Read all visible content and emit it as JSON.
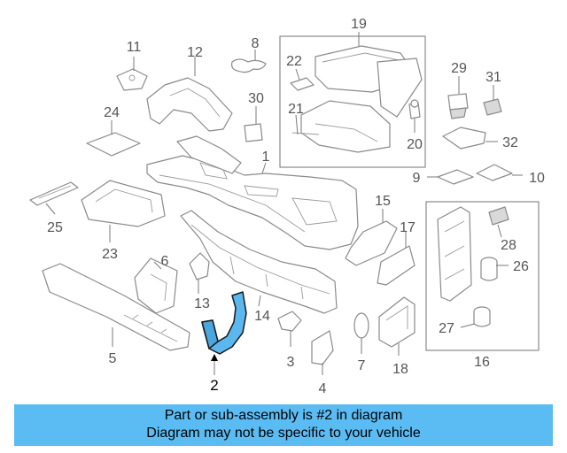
{
  "diagram": {
    "highlight_color": "#5bbcf3",
    "callouts": {
      "c1": "1",
      "c2": "2",
      "c3": "3",
      "c4": "4",
      "c5": "5",
      "c6": "6",
      "c7": "7",
      "c8": "8",
      "c9": "9",
      "c10": "10",
      "c11": "11",
      "c12": "12",
      "c13": "13",
      "c14": "14",
      "c15": "15",
      "c16": "16",
      "c17": "17",
      "c18": "18",
      "c19": "19",
      "c20": "20",
      "c21": "21",
      "c22": "22",
      "c23": "23",
      "c24": "24",
      "c25": "25",
      "c26": "26",
      "c27": "27",
      "c28": "28",
      "c29": "29",
      "c30": "30",
      "c31": "31",
      "c32": "32"
    }
  },
  "banner": {
    "line1": "Part or sub-assembly is #2 in diagram",
    "line2": "Diagram may not be specific to your vehicle"
  }
}
